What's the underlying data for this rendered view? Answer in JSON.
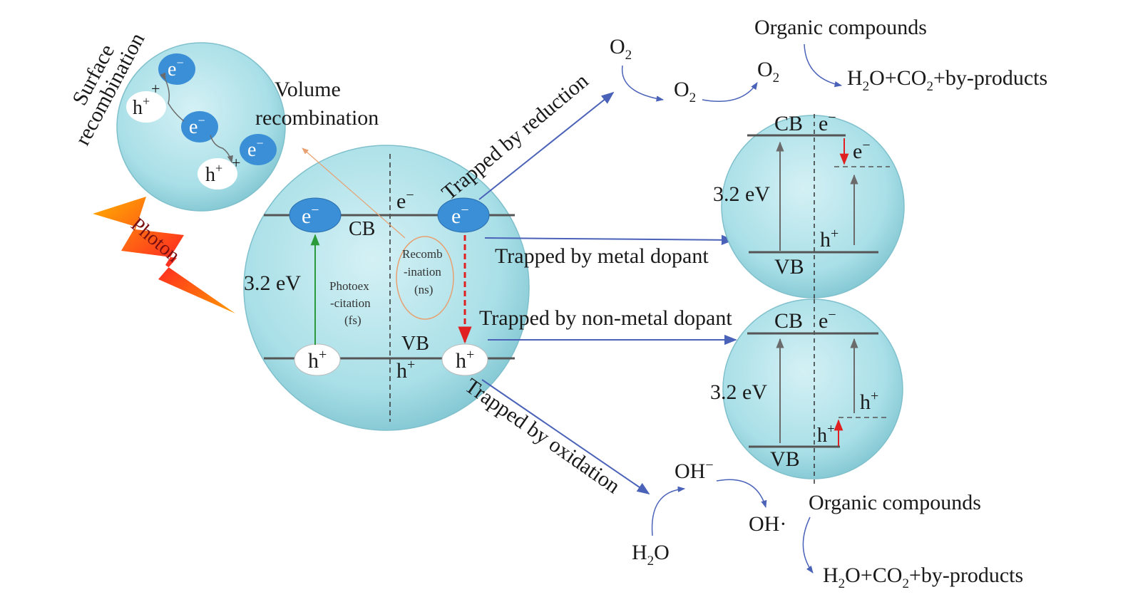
{
  "surface": {
    "title_line1": "Surface",
    "title_line2": "recombination",
    "e": "e",
    "h": "h",
    "minus": "−",
    "plus": "+",
    "volume_line1": "Volume",
    "volume_line2": "recombination"
  },
  "photon": {
    "label": "Photon"
  },
  "main": {
    "e": "e",
    "h": "h",
    "minus": "−",
    "plus": "+",
    "cb": "CB",
    "vb": "VB",
    "gap": "3.2 eV",
    "photoexcitation_line1": "Photoex",
    "photoexcitation_line2": "-citation",
    "photoexcitation_line3": "(fs)",
    "recombination_line1": "Recomb",
    "recombination_line2": "-ination",
    "recombination_line3": "(ns)"
  },
  "paths": {
    "reduction": "Trapped by reduction",
    "metal": "Trapped by metal dopant",
    "nonmetal": "Trapped by non-metal dopant",
    "oxidation": "Trapped by oxidation"
  },
  "chem": {
    "o2": "O",
    "two": "2",
    "organic_top": "Organic compounds",
    "products_top_h": "H",
    "products_top_o": "O+CO",
    "products_top_rest": "+by-products",
    "oh_minus": "OH",
    "oh_radical": "OH·",
    "h2o_h": "H",
    "h2o_o": "O",
    "organic_bottom": "Organic compounds",
    "products_bottom_h": "H",
    "products_bottom_o": "O+CO",
    "products_bottom_rest": "+by-products"
  },
  "metal_circle": {
    "cb": "CB",
    "vb": "VB",
    "e": "e",
    "minus": "−",
    "h": "h",
    "plus": "+",
    "gap": "3.2 eV"
  },
  "nonmetal_circle": {
    "cb": "CB",
    "vb": "VB",
    "e": "e",
    "minus": "−",
    "h": "h",
    "plus": "+",
    "gap": "3.2 eV"
  },
  "colors": {
    "circle_light": "#c8ecf1",
    "circle_dark": "#8fd0dc",
    "electron": "#3a8fd6",
    "arrow_blue": "#4a62b8",
    "green": "#2a9a3a",
    "red": "#e02020",
    "orange": "#e8a070"
  }
}
